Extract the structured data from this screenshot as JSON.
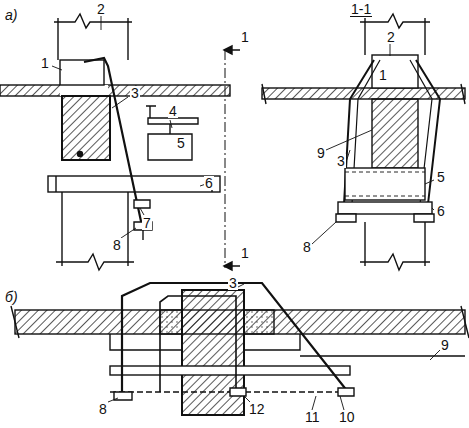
{
  "diagram": {
    "labels": [
      "а)",
      "2",
      "1",
      "3",
      "4",
      "5",
      "6",
      "7",
      "8",
      "1",
      "1",
      "1-1",
      "2",
      "1",
      "9",
      "3",
      "5",
      "6",
      "8",
      "б)",
      "3",
      "9",
      "8",
      "12",
      "11",
      "10"
    ]
  }
}
